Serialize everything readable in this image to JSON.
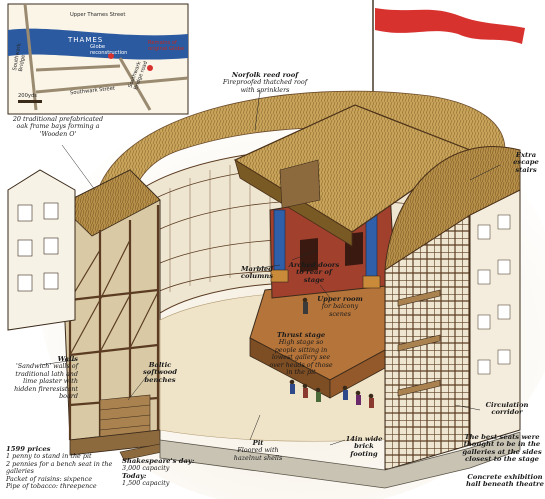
{
  "colors": {
    "thatch": "#c9a45a",
    "thatch_dark": "#8a6a2e",
    "timber": "#6b4a2a",
    "plaster": "#f2ecdd",
    "river": "#2c5aa0",
    "flag": "#d8322f",
    "stage": "#b5743a",
    "column_blue": "#2f5fa8"
  },
  "map": {
    "river": "THAMES",
    "street_upper": "Upper Thames Street",
    "bridge_left": "Southwark Bridge",
    "bridge_right": "Southwark Bridge road",
    "street_lower": "Southwark Street",
    "globe_recon": "Globe reconstruction",
    "remains": "Remains of original Globe",
    "scale": "200yds"
  },
  "labels": {
    "frame_bays": "20 traditional prefabricated oak frame bays forming a 'Wooden O'",
    "roof_title": "Norfolk reed roof",
    "roof_desc": "Fireproofed thatched roof with sprinklers",
    "escape_title": "Extra escape stairs",
    "marbled": "Marbled columns",
    "arched": "Arched doors to rear of stage",
    "upper_room_title": "Upper room",
    "upper_room_desc": "for balcony scenes",
    "thrust_title": "Thrust stage",
    "thrust_desc": "High stage so people sitting in lowest gallery see over heads of those in the pit",
    "walls_title": "Walls",
    "walls_desc": "'Sandwich' walls of traditional lath and lime plaster with hidden fireresistant board",
    "baltic_title": "Baltic softwood benches",
    "pit_title": "Pit",
    "pit_desc": "Floored with hazelnut shells",
    "footing_title": "14in wide brick footing",
    "circulation_title": "Circulation corridor",
    "best_seats": "The best seats were thought to be in the galleries at the sides closest to the stage",
    "concrete": "Concrete exhibition hall beneath theatre"
  },
  "prices": {
    "title": "1599 prices",
    "lines": [
      "1 penny to stand in the pit",
      "2 pennies for a bench seat in the galleries",
      "Packet of raisins: sixpence",
      "Pipe of tobacco: threepence"
    ]
  },
  "capacity": {
    "title": "Shakespeare's day:",
    "then": "3,000 capacity",
    "today_label": "Today:",
    "today": "1,500 capacity"
  }
}
